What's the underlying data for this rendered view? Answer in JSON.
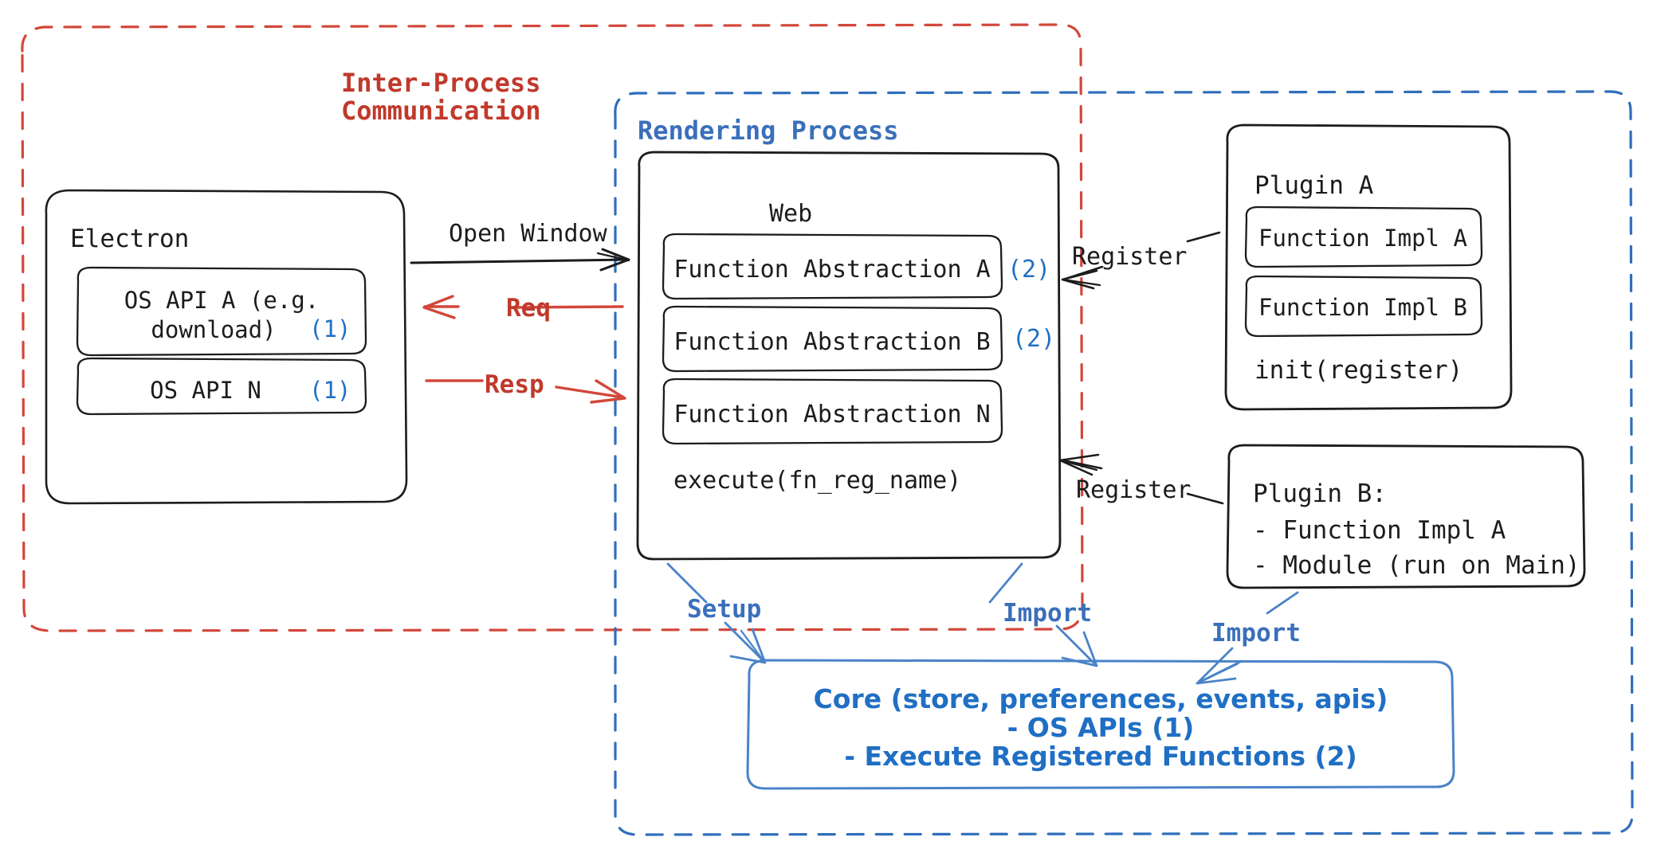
{
  "diagram": {
    "title": "Electron Plugin Architecture",
    "colors": {
      "ipc_red": "#c0392b",
      "render_blue": "#3a6fba",
      "core_blue": "#2f6ebb",
      "ink": "#1c1c1c"
    },
    "regions": {
      "ipc": {
        "label_line1": "Inter-Process",
        "label_line2": "Communication"
      },
      "rendering": {
        "label": "Rendering Process"
      }
    },
    "electron": {
      "title": "Electron",
      "apis": [
        {
          "line1": "OS API A (e.g.",
          "line2": "download)",
          "marker": "(1)"
        },
        {
          "line1": "OS API N",
          "line2": "",
          "marker": "(1)"
        }
      ]
    },
    "web": {
      "title": "Web",
      "abstractions": [
        {
          "label": "Function Abstraction A",
          "marker": "(2)"
        },
        {
          "label": "Function Abstraction B",
          "marker": "(2)"
        },
        {
          "label": "Function Abstraction N",
          "marker": ""
        }
      ],
      "footer": "execute(fn_reg_name)"
    },
    "plugin_a": {
      "title": "Plugin A",
      "items": [
        "Function Impl A",
        "Function Impl B"
      ],
      "footer": "init(register)"
    },
    "plugin_b": {
      "title": "Plugin B:",
      "items": [
        "- Function Impl A",
        "- Module (run on Main)"
      ]
    },
    "core": {
      "line1": "Core (store, preferences, events, apis)",
      "line2": "- OS APIs (1)",
      "line3": "- Execute Registered Functions (2)"
    },
    "arrows": {
      "open_window": "Open Window",
      "req": "Req",
      "resp": "Resp",
      "register_top": "Register",
      "register_bottom": "Register",
      "setup": "Setup",
      "import_left": "Import",
      "import_right": "Import"
    }
  }
}
